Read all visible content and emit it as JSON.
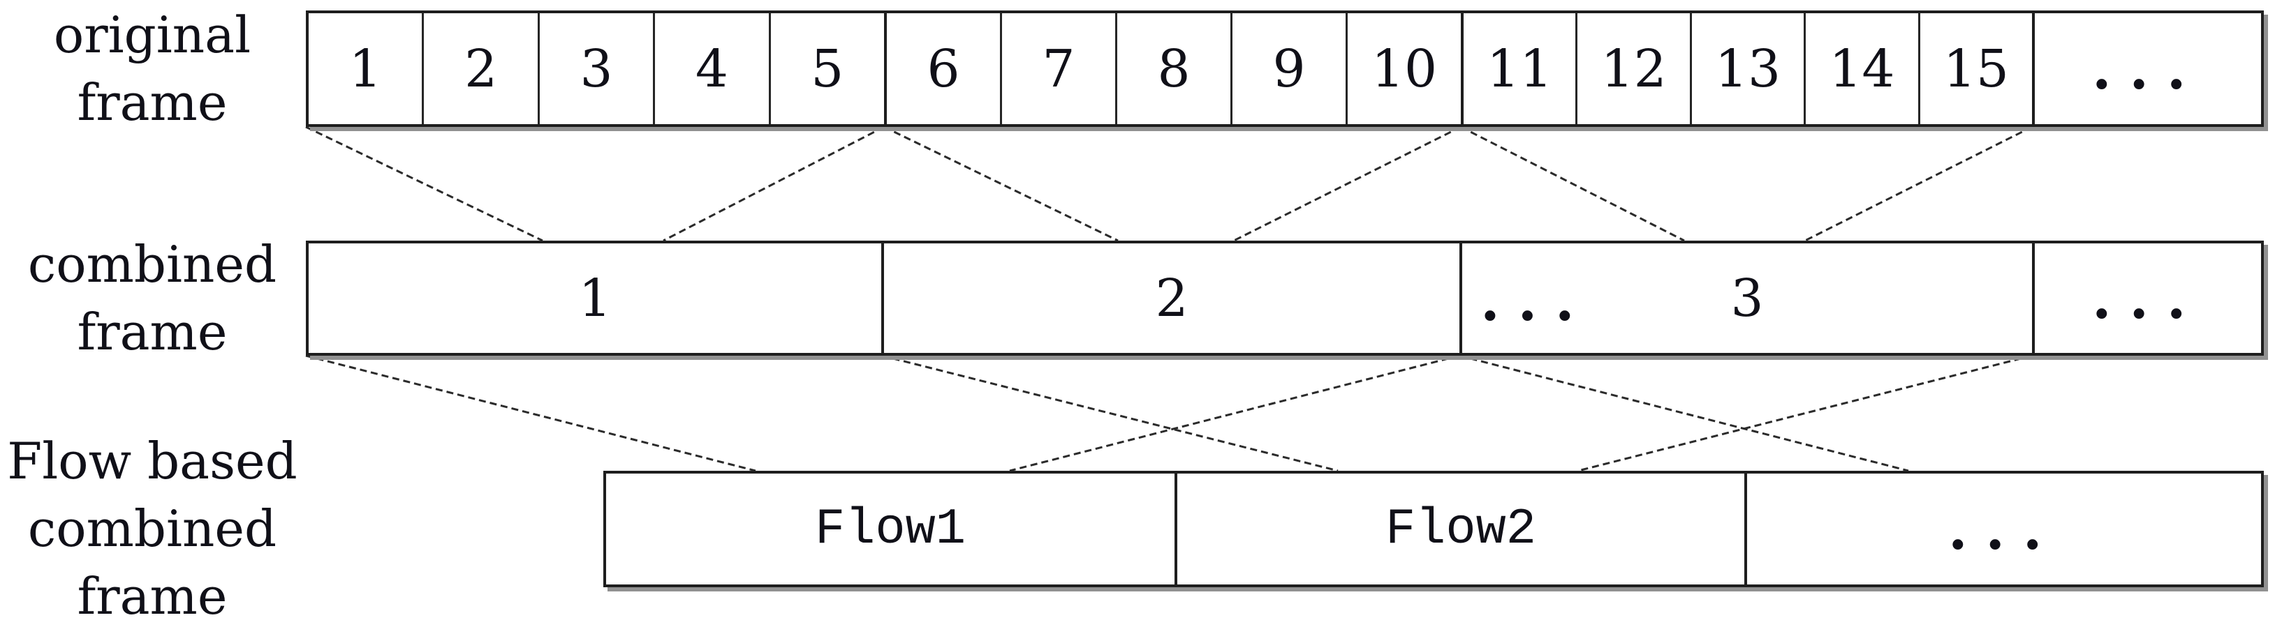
{
  "original_frame": {
    "row_label_lines": [
      "original",
      "frame"
    ],
    "groups": [
      {
        "cells": [
          "1",
          "2",
          "3",
          "4",
          "5"
        ]
      },
      {
        "cells": [
          "6",
          "7",
          "8",
          "9",
          "10"
        ]
      },
      {
        "cells": [
          "11",
          "12",
          "13",
          "14",
          "15"
        ]
      },
      {
        "cells": [
          "..."
        ]
      }
    ]
  },
  "combined_frame": {
    "row_label_lines": [
      "combined",
      "frame"
    ],
    "boxes": [
      {
        "label": "1"
      },
      {
        "label": "2"
      },
      {
        "prefix": "...",
        "label": "3"
      },
      {
        "label": "..."
      }
    ]
  },
  "flow_frame": {
    "row_label_lines": [
      "Flow based",
      "combined",
      "frame"
    ],
    "boxes": [
      {
        "label": "Flow1"
      },
      {
        "label": "Flow2"
      },
      {
        "label": "..."
      }
    ]
  },
  "colors": {
    "background": "#ffffff",
    "box_border": "#1e1e1e",
    "box_shadow": "#919191",
    "text": "#101018",
    "connector": "#2b2b2b"
  },
  "connectors": {
    "stroke": "#2b2b2b",
    "stroke_width": 3,
    "dash": "10 6",
    "lines": [
      [
        438,
        182,
        777,
        345
      ],
      [
        1266,
        182,
        950,
        345
      ],
      [
        1266,
        182,
        1601,
        345
      ],
      [
        2092,
        182,
        1767,
        345
      ],
      [
        2092,
        182,
        2412,
        345
      ],
      [
        2910,
        182,
        2585,
        345
      ],
      [
        438,
        510,
        1082,
        675
      ],
      [
        1263,
        510,
        1916,
        675
      ],
      [
        2090,
        510,
        1446,
        675
      ],
      [
        2090,
        510,
        2733,
        675
      ],
      [
        2910,
        510,
        2260,
        675
      ]
    ]
  }
}
